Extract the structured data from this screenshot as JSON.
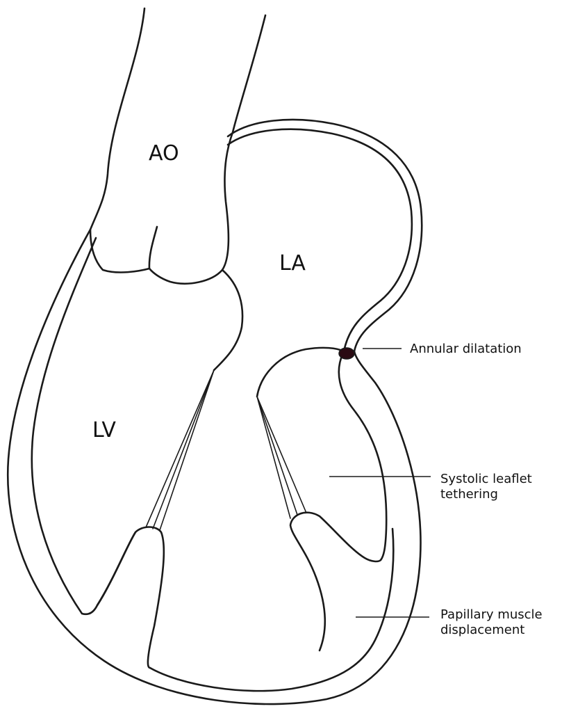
{
  "labels": {
    "ao": "AO",
    "la": "LA",
    "lv": "LV"
  },
  "callouts": {
    "annular_dilatation": "Annular dilatation",
    "systolic_tethering_line1": "Systolic leaflet",
    "systolic_tethering_line2": "tethering",
    "papillary_line1": "Papillary muscle",
    "papillary_line2": "displacement"
  },
  "colors": {
    "stroke": "#1a1a1a",
    "annulus_marker": "#2a0a12",
    "background": "#ffffff"
  }
}
